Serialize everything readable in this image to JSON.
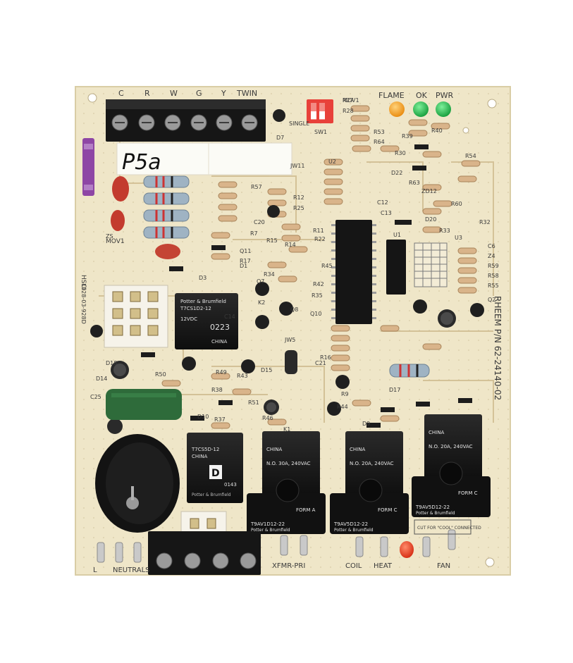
{
  "photo": {
    "board_label": "P5a",
    "part_number_vertical": "RHEEM P/N 62-24140-02",
    "colors": {
      "board": "#efe6c8",
      "trace": "#c9b78a",
      "relay": "#1b1b1b",
      "terminal_block": "#1a1a1a",
      "led_orange": "#f7a21b",
      "led_green": "#22b84a",
      "dip_switch": "#e8413a",
      "fuse": "#8e46a5",
      "capacitor_green": "#2e6b3a",
      "chip": "#151515"
    },
    "thermostat_terminals": [
      "C",
      "R",
      "W",
      "G",
      "Y",
      "TWIN"
    ],
    "led_labels": {
      "flame": "FLAME",
      "ok": "OK",
      "pwr": "PWR"
    },
    "dip_label": "SINGLE",
    "dip_sw_label": "SW1",
    "relays": [
      {
        "brand": "Potter & Brumfield",
        "model": "T9AV1D12-22",
        "rating": "N.O. 30A, 240VAC",
        "origin": "CHINA",
        "form": "FORM A"
      },
      {
        "brand": "Potter & Brumfield",
        "model": "T9AV5D12-22",
        "rating": "N.O. 20A, 240VAC",
        "origin": "CHINA",
        "form": "FORM C"
      },
      {
        "brand": "Potter & Brumfield",
        "model": "T9AV5D12-22",
        "rating": "N.O. 20A, 240VAC",
        "origin": "CHINA",
        "form": "FORM C"
      }
    ],
    "small_relay_top": {
      "brand": "Potter & Brumfield",
      "model": "T7CS1D2-12",
      "rating": "12VDC",
      "origin": "CHINA",
      "code": "0223"
    },
    "small_relay_bottom": {
      "brand": "Potter & Brumfield",
      "model": "T7CS5D-12",
      "origin": "CHINA",
      "code": "D",
      "sub": "0143"
    },
    "bottom_labels": [
      "L",
      "NEUTRALS",
      "XFMR-PRI",
      "COIL",
      "HEAT",
      "FAN"
    ],
    "side_labels": {
      "hsci": "HSCI",
      "code": "1028-03-928D"
    },
    "jumper_note": "CUT FOR \"COOL\" CONNECTED",
    "component_labels": [
      "R27",
      "R28",
      "R53",
      "R64",
      "R39",
      "R40",
      "R30",
      "R54",
      "D22",
      "R63",
      "ZD12",
      "R60",
      "D20",
      "R33",
      "R32",
      "U3",
      "C6",
      "Z4",
      "R59",
      "R58",
      "R55",
      "R57",
      "R12",
      "R25",
      "R11",
      "R22",
      "R7",
      "R14",
      "R15",
      "R17",
      "R16",
      "R34",
      "R35",
      "R42",
      "R45",
      "U1",
      "U2",
      "C12",
      "C13",
      "C14",
      "K1",
      "K2",
      "Q7",
      "Q8",
      "Q2",
      "Q10",
      "Q11",
      "D1",
      "D3",
      "D7",
      "JW11",
      "JW5",
      "R9",
      "R44",
      "R46",
      "R37",
      "R38",
      "R43",
      "R49",
      "R50",
      "R51",
      "D9",
      "D10",
      "D14",
      "D15",
      "D17",
      "D18",
      "C21",
      "C25",
      "C20",
      "ZS",
      "MOV1"
    ]
  }
}
